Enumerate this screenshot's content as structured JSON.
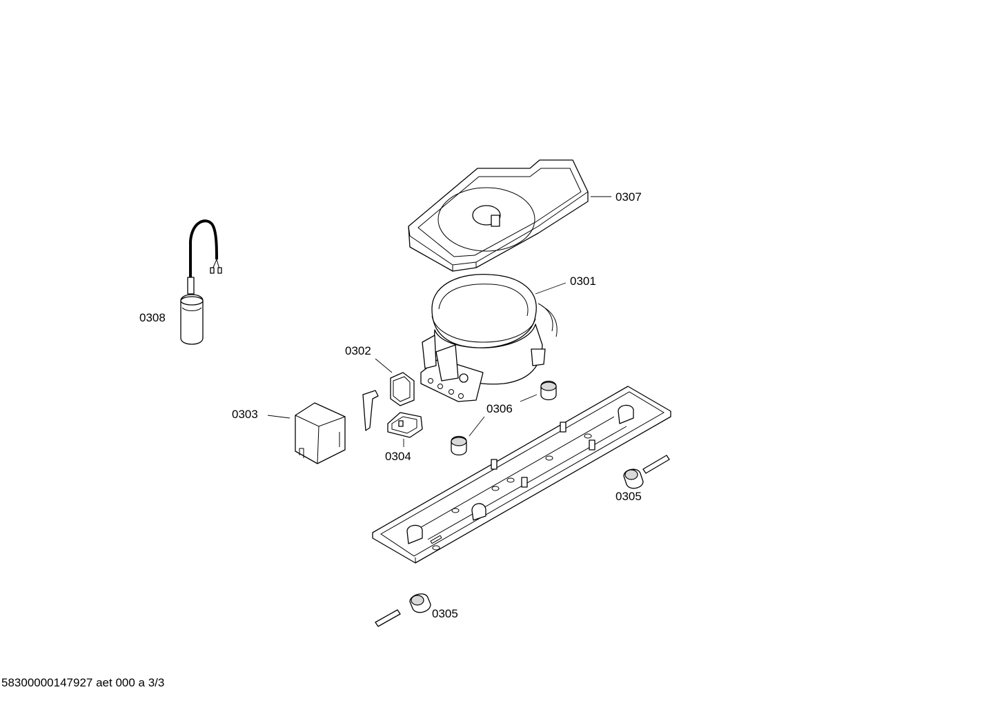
{
  "labels": {
    "l0301": "0301",
    "l0302": "0302",
    "l0303": "0303",
    "l0304": "0304",
    "l0305a": "0305",
    "l0305b": "0305",
    "l0306": "0306",
    "l0307": "0307",
    "l0308": "0308"
  },
  "footer": "58300000147927 aet 000 a 3/3"
}
